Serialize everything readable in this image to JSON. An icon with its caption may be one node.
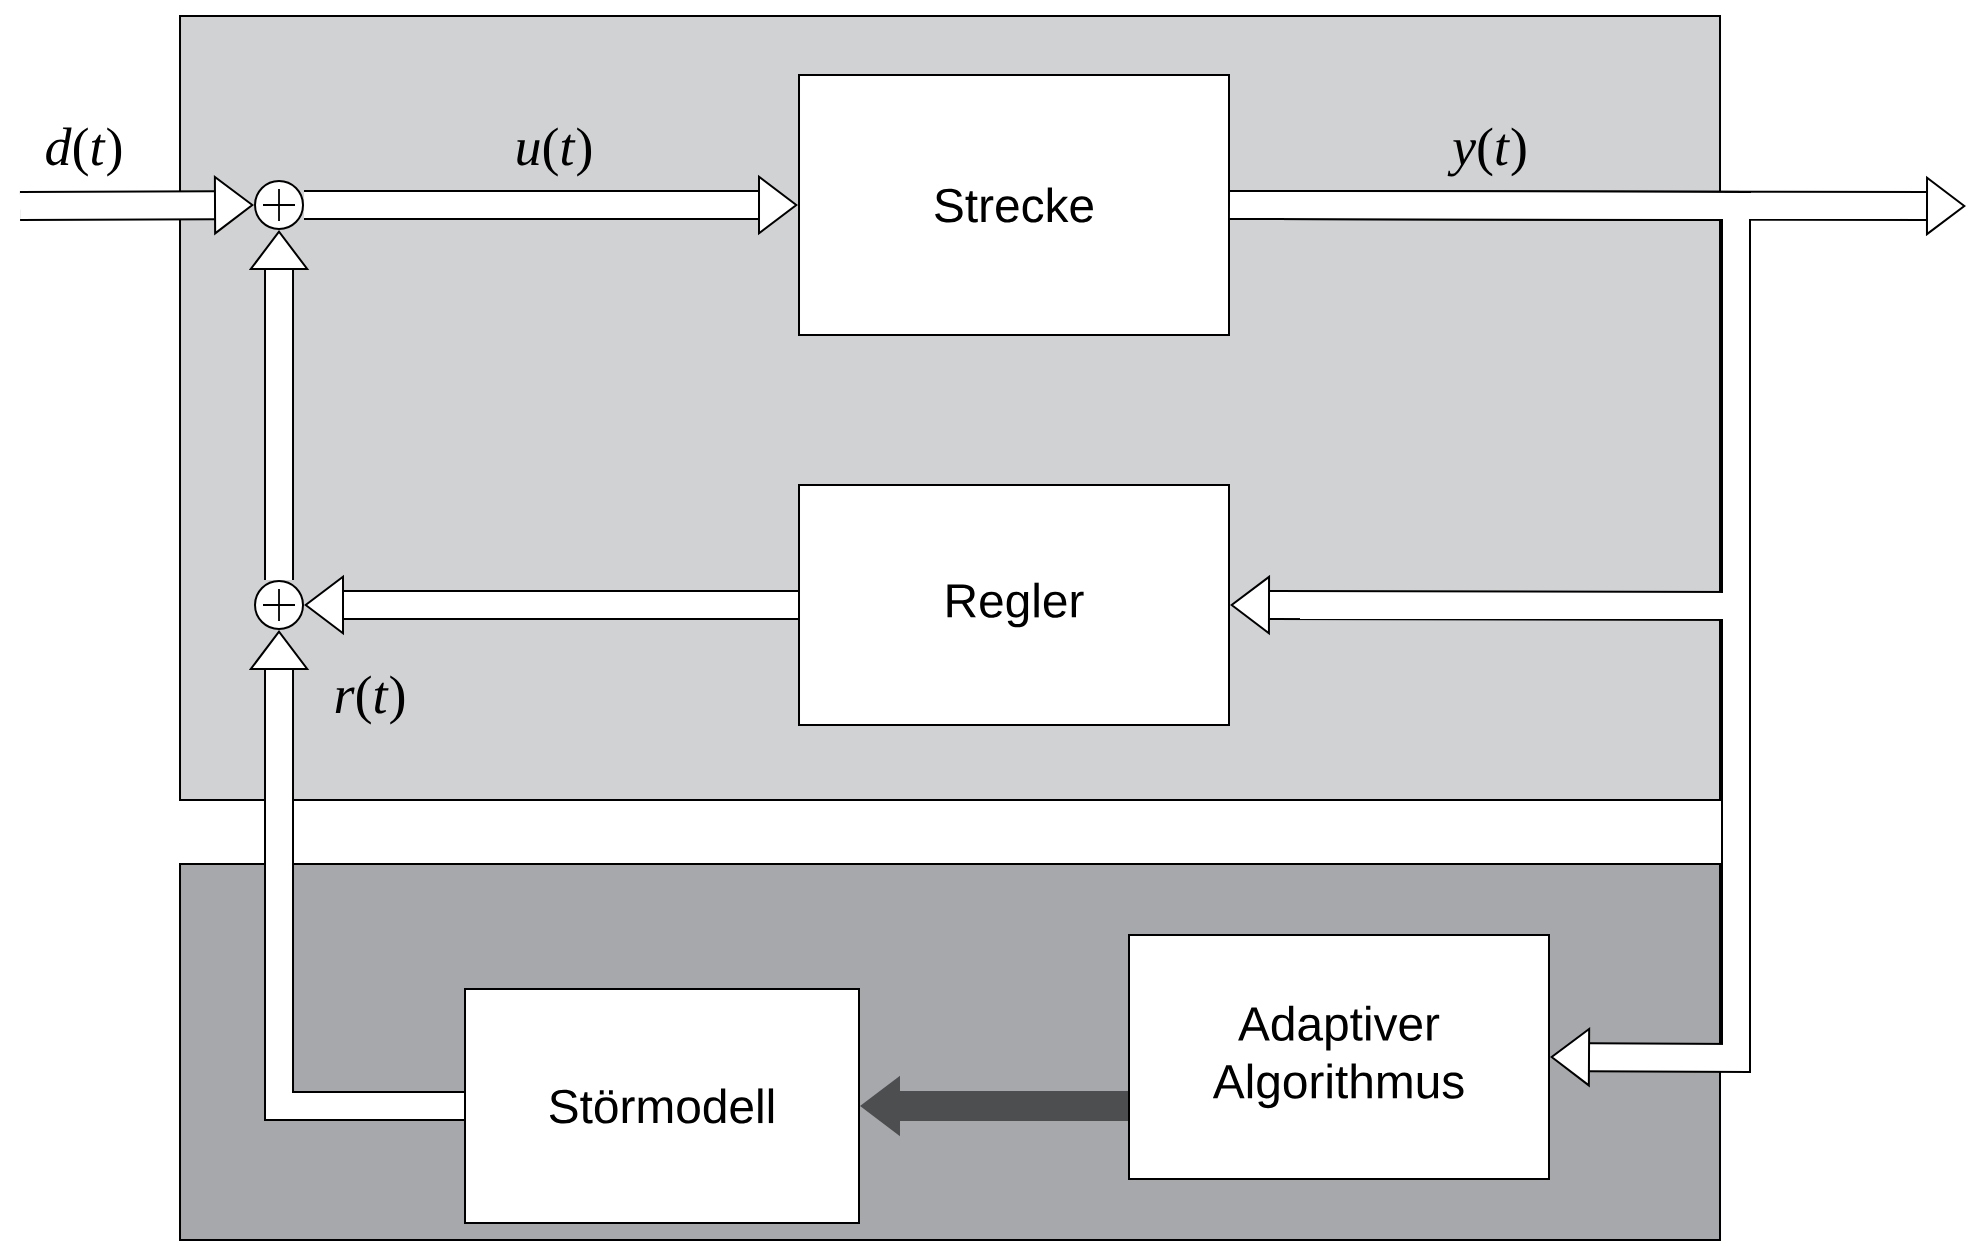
{
  "diagram": {
    "nodes": [
      {
        "text": [],
        "shape": "box"
      },
      {
        "text": [],
        "shape": "box"
      },
      {
        "text": [],
        "shape": "circle",
        "in": 0
      },
      {
        "text": [
          "Strecke"
        ],
        "in": 0
      },
      {
        "text": [],
        "shape": "circle",
        "in": 0
      },
      {
        "text": [
          "Regler"
        ],
        "in": 0
      },
      {
        "text": [
          "Störmodell"
        ],
        "in": 1
      },
      {
        "text": [
          "Adaptiver Algorithmus"
        ],
        "in": 1
      }
    ],
    "edges": [
      {
        "from": null,
        "to": 2,
        "arrow": "to",
        "label": "*d*(*t*)"
      },
      {
        "from": 2,
        "to": 3,
        "arrow": "to",
        "label": "*u*(*t*)"
      },
      {
        "from": 4,
        "to": 2,
        "arrow": "to"
      },
      {
        "from": 5,
        "to": 4,
        "arrow": "to"
      },
      {
        "from": 6,
        "to": 4,
        "arrow": "to",
        "label": "*r*(*t*)"
      },
      {
        "from": 7,
        "to": 6,
        "arrow": "to",
        "color": "#4d4e50"
      },
      {
        "from": 3,
        "to": null,
        "arrow": "to",
        "label": "*y*(*t*)"
      },
      {
        "from": 3,
        "to": 5,
        "arrow": "to"
      },
      {
        "from": 3,
        "to": 7,
        "arrow": "to"
      }
    ]
  }
}
